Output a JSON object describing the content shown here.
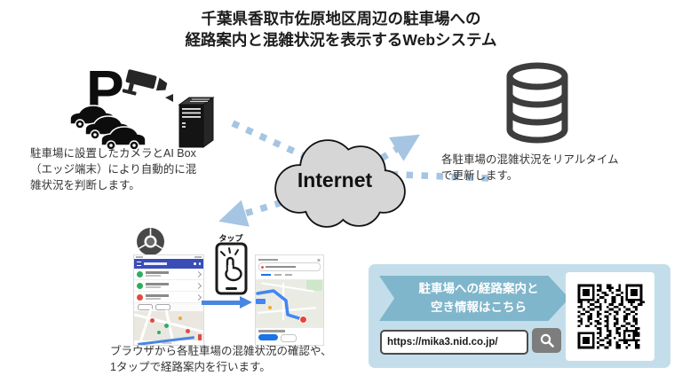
{
  "title": "千葉県香取市佐原地区周辺の駐車場への\n経路案内と混雑状況を表示するWebシステム",
  "edge_section": {
    "parking_symbol": "P",
    "caption": "駐車場に設置したカメラとAI Box\n（エッジ端末）により自動的に混\n雑状況を判断します。",
    "icons": {
      "camera": "cctv-camera-icon",
      "server": "ai-box-server-icon",
      "cars": "parked-cars-icon"
    }
  },
  "cloud": {
    "label": "Internet"
  },
  "database_section": {
    "caption": "各駐車場の混雑状況をリアルタイム\nで更新します。",
    "icon": "database-icon"
  },
  "browser_section": {
    "tap_label": "タップ",
    "caption": "ブラウザから各駐車場の混雑状況の確認や、\n1タップで経路案内を行います。",
    "icons": {
      "browser": "chrome-icon",
      "phone": "smartphone-tap-icon",
      "screens": [
        "congestion-list-screenshot",
        "route-map-screenshot"
      ]
    }
  },
  "info_box": {
    "banner": "駐車場への経路案内と\n空き情報はこちら",
    "url": "https://mika3.nid.co.jp/",
    "icons": {
      "search": "magnifier-icon",
      "qr": "qr-code"
    }
  },
  "colors": {
    "dashed_arrow": "#a6c5e3",
    "solid_arrow": "#4a86e0",
    "cloud_fill": "#d6d6d6",
    "info_box_bg": "#c3deea",
    "banner_bg": "#7fb6cb",
    "status_ok": "#2eae5e",
    "status_full": "#e04b3f"
  }
}
